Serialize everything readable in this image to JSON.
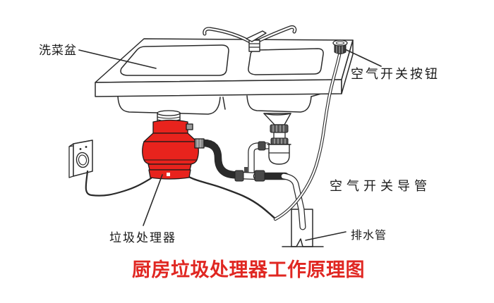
{
  "diagram_title": {
    "text": "厨房垃圾处理器工作原理图"
  },
  "labels": {
    "sink_basin": "洗菜盆",
    "air_switch_button": "空气开关按钮",
    "air_switch_conduit": "空气开关导管",
    "drain_pipe": "排水管",
    "garbage_disposer": "垃圾处理器"
  },
  "colors": {
    "disposer_body": "#e8231d",
    "title_text": "#e02722",
    "line": "#2a2a2a",
    "background": "#ffffff"
  }
}
